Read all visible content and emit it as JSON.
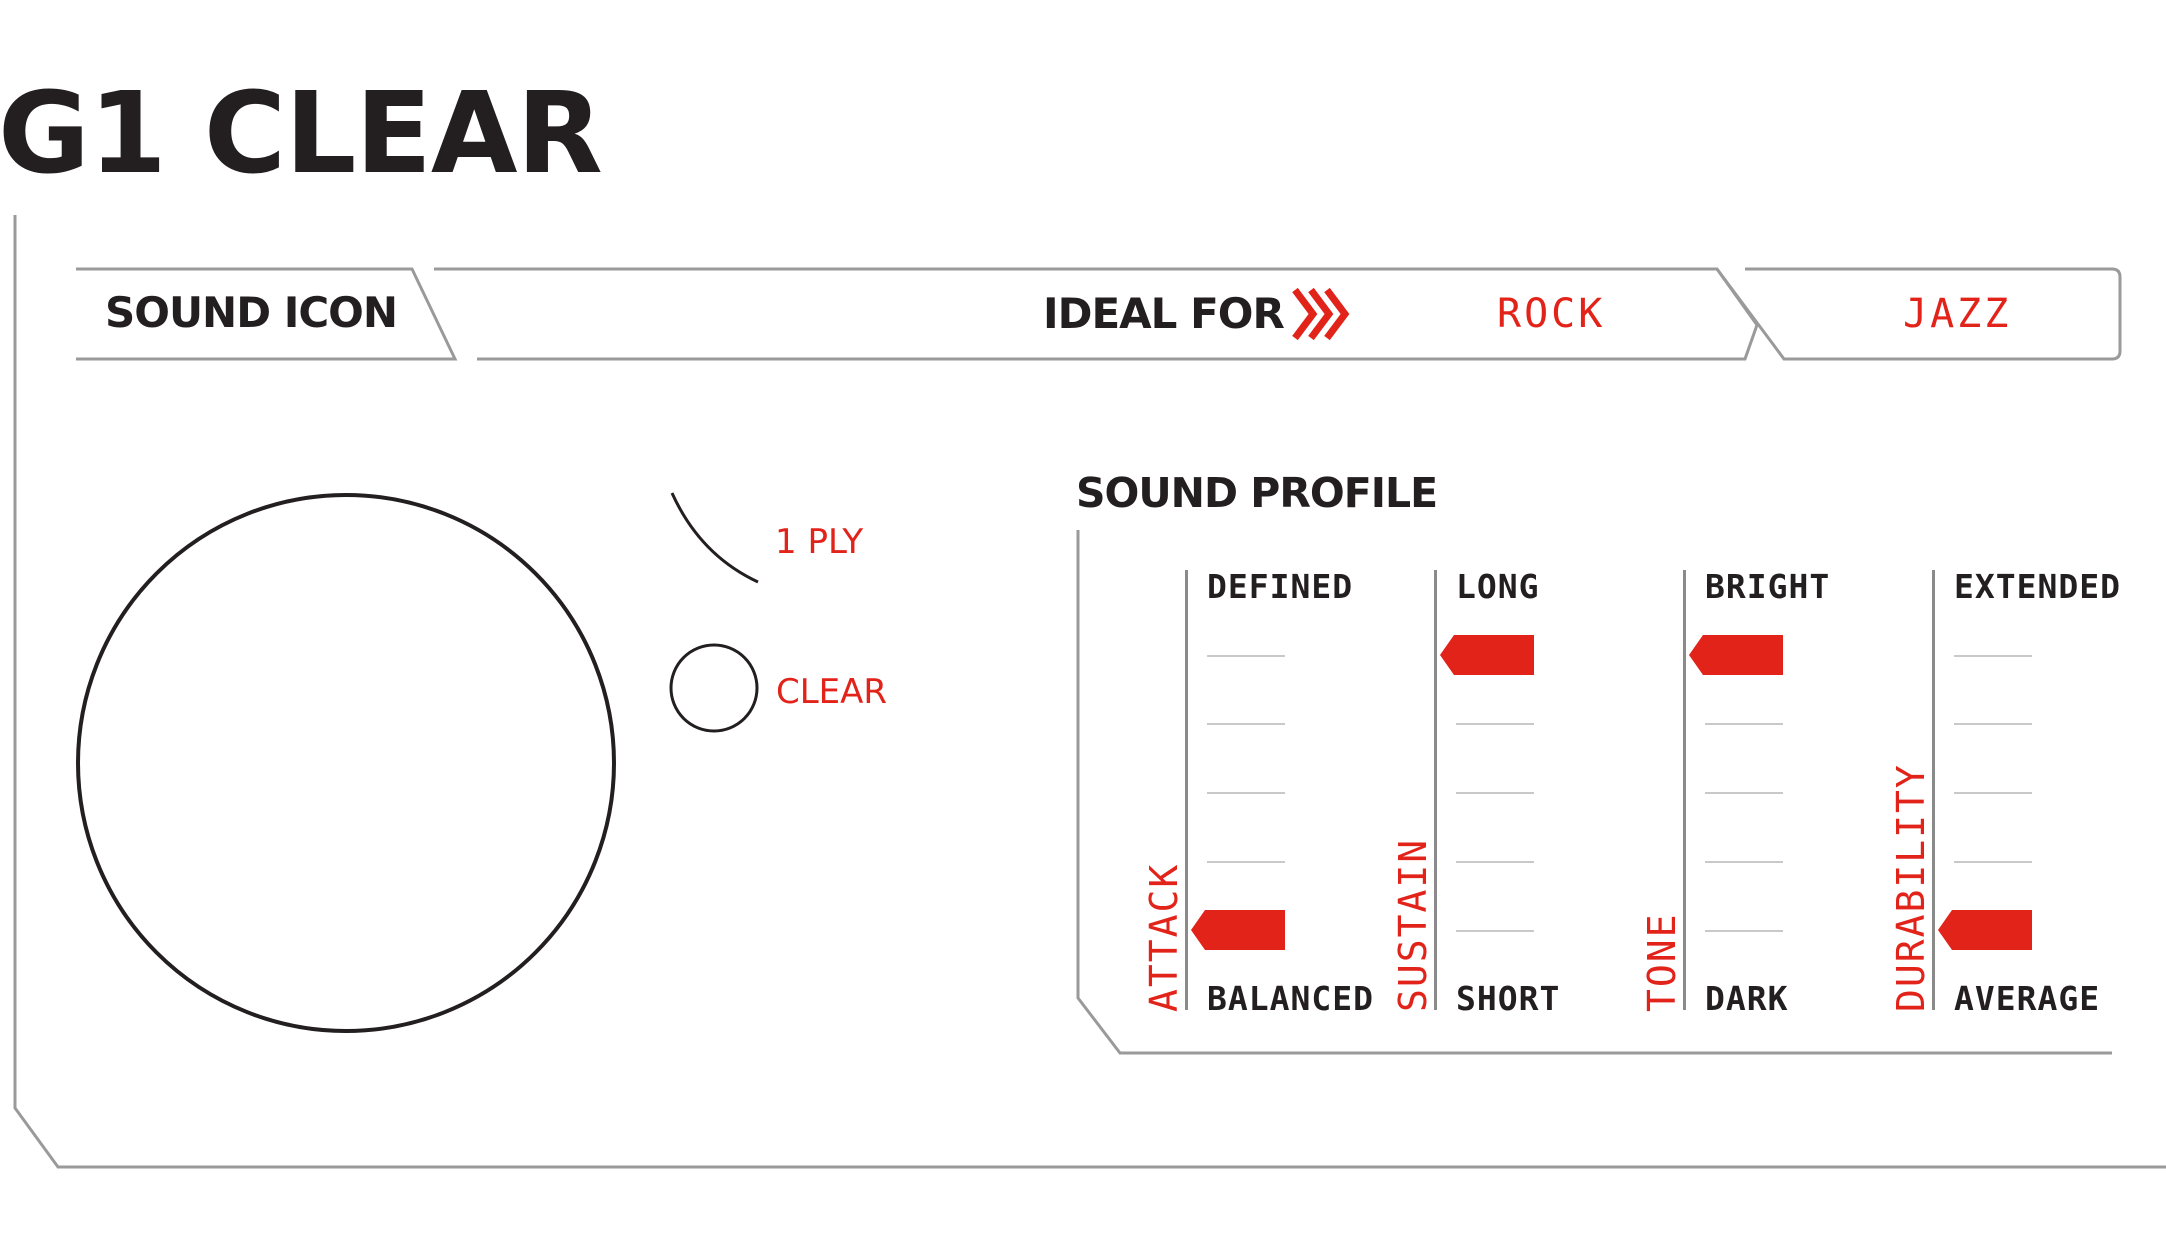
{
  "title": "G1 CLEAR",
  "header": {
    "sound_icon_label": "SOUND ICON",
    "ideal_for_label": "IDEAL FOR",
    "genres": [
      "ROCK",
      "JAZZ"
    ]
  },
  "sound_icon": {
    "ply_label": "1 PLY",
    "color_label": "CLEAR"
  },
  "sound_profile": {
    "title": "SOUND PROFILE",
    "levels": 5,
    "meters": [
      {
        "name": "ATTACK",
        "top_label": "DEFINED",
        "bottom_label": "BALANCED",
        "level": 1
      },
      {
        "name": "SUSTAIN",
        "top_label": "LONG",
        "bottom_label": "SHORT",
        "level": 5
      },
      {
        "name": "TONE",
        "top_label": "BRIGHT",
        "bottom_label": "DARK",
        "level": 5
      },
      {
        "name": "DURABILITY",
        "top_label": "EXTENDED",
        "bottom_label": "AVERAGE",
        "level": 1
      }
    ]
  },
  "colors": {
    "accent": "#e2231a",
    "text": "#231f20",
    "line": "#8a8a8a"
  }
}
